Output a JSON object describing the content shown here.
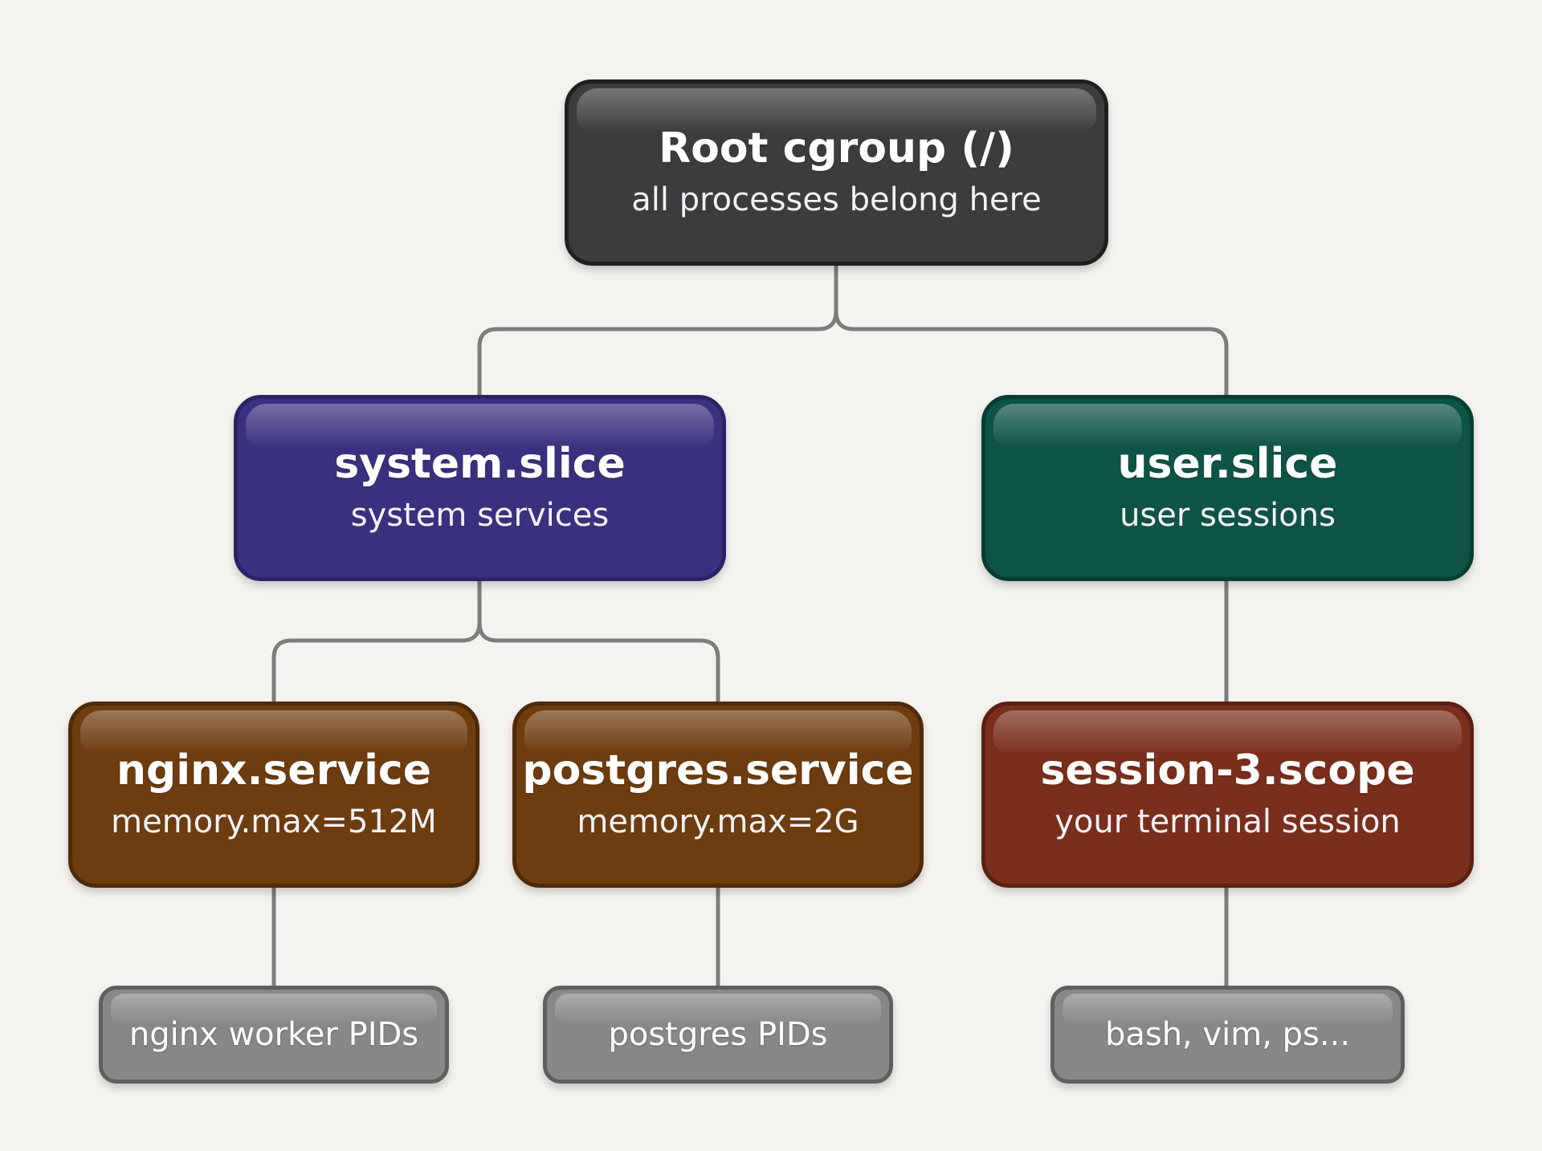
{
  "nodes": {
    "root": {
      "title": "Root cgroup (/)",
      "subtitle": "all processes belong here",
      "color": "#3c3c3c"
    },
    "system_slice": {
      "title": "system.slice",
      "subtitle": "system services",
      "color": "#3a317e"
    },
    "user_slice": {
      "title": "user.slice",
      "subtitle": "user sessions",
      "color": "#0e5446"
    },
    "nginx_service": {
      "title": "nginx.service",
      "subtitle": "memory.max=512M",
      "color": "#6d3c0f"
    },
    "postgres_service": {
      "title": "postgres.service",
      "subtitle": "memory.max=2G",
      "color": "#6d3c0f"
    },
    "session_scope": {
      "title": "session-3.scope",
      "subtitle": "your terminal session",
      "color": "#7a2e1c"
    }
  },
  "leaves": {
    "nginx_pids": {
      "label": "nginx worker PIDs"
    },
    "postgres_pids": {
      "label": "postgres PIDs"
    },
    "session_pids": {
      "label": "bash, vim, ps..."
    }
  },
  "edges": [
    {
      "from": "root",
      "to": "system_slice"
    },
    {
      "from": "root",
      "to": "user_slice"
    },
    {
      "from": "system_slice",
      "to": "nginx_service"
    },
    {
      "from": "system_slice",
      "to": "postgres_service"
    },
    {
      "from": "user_slice",
      "to": "session_scope"
    },
    {
      "from": "nginx_service",
      "to": "nginx_pids"
    },
    {
      "from": "postgres_service",
      "to": "postgres_pids"
    },
    {
      "from": "session_scope",
      "to": "session_pids"
    }
  ],
  "colors": {
    "background": "#f4f3ef",
    "connector": "#7d7d7d",
    "leaf": "#888888"
  }
}
